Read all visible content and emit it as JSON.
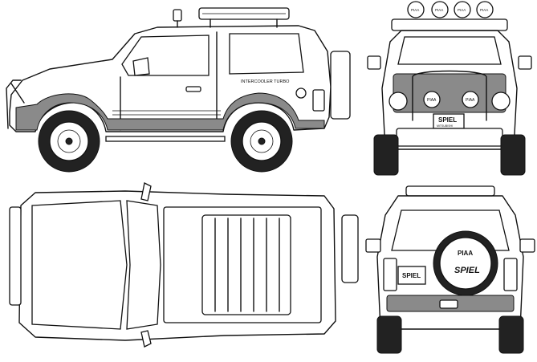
{
  "labels": {
    "side_door_decal": "INTERCOOLER TURBO",
    "front_lamp_left": "PIAA",
    "front_lamp_right": "PIAA",
    "front_plate_brand": "SPIEL",
    "front_plate_sub": "MITSUBISHI",
    "spare_cover_brand": "PIAA",
    "spare_cover_logo": "SPIEL",
    "rear_plate_brand": "SPIEL",
    "roof_lamps": [
      "PIAA",
      "PIAA",
      "PIAA",
      "PIAA"
    ]
  }
}
